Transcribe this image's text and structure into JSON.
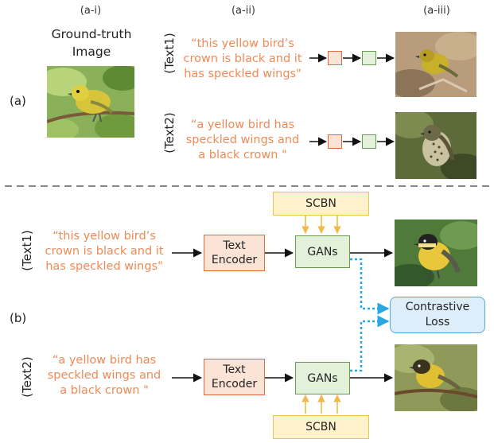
{
  "part_a": {
    "label": "(a)",
    "col_headers": [
      "(a-i)",
      "(a-ii)",
      "(a-iii)"
    ],
    "gt_title_line1": "Ground-truth",
    "gt_title_line2": "Image",
    "text1_label": "(Text1)",
    "text2_label": "(Text2)",
    "text1_lines": [
      "“this yellow bird’s",
      "crown is black and it",
      "has speckled wings\""
    ],
    "text2_lines": [
      "“a yellow bird has",
      "speckled wings and",
      "a black crown \""
    ]
  },
  "part_b": {
    "label": "(b)",
    "text1_label": "(Text1)",
    "text2_label": "(Text2)",
    "text1_lines": [
      "“this yellow bird’s",
      "crown is black and it",
      "has speckled wings\""
    ],
    "text2_lines": [
      "“a yellow bird has",
      "speckled wings and",
      "a black crown \""
    ],
    "scbn_label": "SCBN",
    "text_encoder_line1": "Text",
    "text_encoder_line2": "Encoder",
    "gans_label": "GANs",
    "contrastive_line1": "Contrastive",
    "contrastive_line2": "Loss"
  },
  "colors": {
    "text_orange": "#ef8a55",
    "encoder_fill": "#fbe3d6",
    "gans_fill": "#e4f1da",
    "scbn_fill": "#fff2cc",
    "loss_fill": "#ddeefa",
    "dotted_arrow": "#29a8e0"
  }
}
